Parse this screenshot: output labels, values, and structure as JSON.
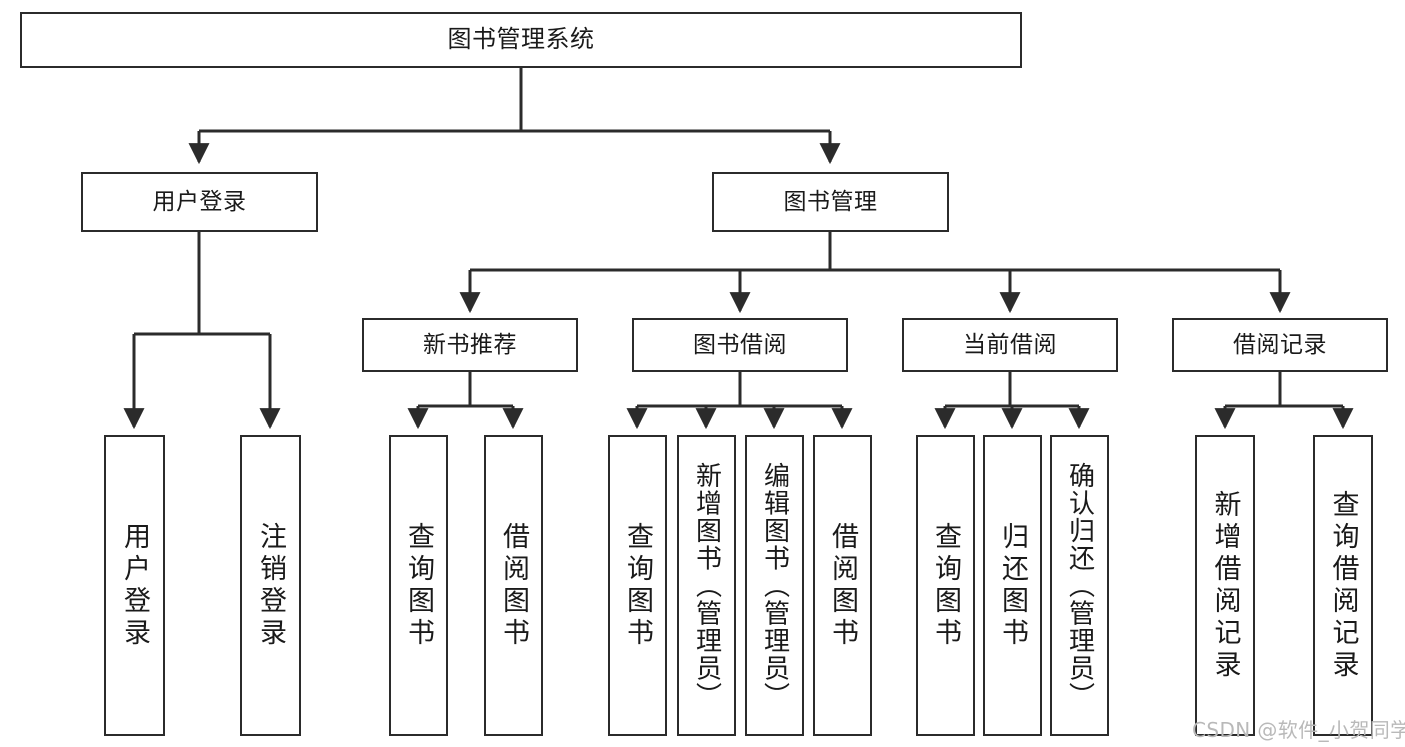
{
  "diagram": {
    "title": "图书管理系统",
    "type": "hierarchy-tree",
    "watermark": "CSDN @软件_小贺同学",
    "colors": {
      "stroke": "#2b2b2b",
      "fill": "#ffffff",
      "text": "#1a1a1a",
      "watermark": "#b9b9b9"
    },
    "nodes": {
      "root": {
        "label": "图书管理系统"
      },
      "level1": [
        {
          "id": "user-login",
          "label": "用户登录"
        },
        {
          "id": "book-manage",
          "label": "图书管理"
        }
      ],
      "level2": [
        {
          "id": "new-book-recommend",
          "label": "新书推荐"
        },
        {
          "id": "book-borrow",
          "label": "图书借阅"
        },
        {
          "id": "current-borrow",
          "label": "当前借阅"
        },
        {
          "id": "borrow-record",
          "label": "借阅记录"
        }
      ],
      "leaves": {
        "user_login": [
          {
            "id": "leaf-user-login",
            "label": "用户登录"
          },
          {
            "id": "leaf-logout-login",
            "label": "注销登录"
          }
        ],
        "new_book_recommend": [
          {
            "id": "leaf-query-book-1",
            "label": "查询图书"
          },
          {
            "id": "leaf-borrow-book-1",
            "label": "借阅图书"
          }
        ],
        "book_borrow": [
          {
            "id": "leaf-query-book-2",
            "label": "查询图书"
          },
          {
            "id": "leaf-add-book",
            "label": "新增图书（管理员）"
          },
          {
            "id": "leaf-edit-book",
            "label": "编辑图书（管理员）"
          },
          {
            "id": "leaf-borrow-book-2",
            "label": "借阅图书"
          }
        ],
        "current_borrow": [
          {
            "id": "leaf-query-book-3",
            "label": "查询图书"
          },
          {
            "id": "leaf-return-book",
            "label": "归还图书"
          },
          {
            "id": "leaf-confirm-return",
            "label": "确认归还（管理员）"
          }
        ],
        "borrow_record": [
          {
            "id": "leaf-add-record",
            "label": "新增借阅记录"
          },
          {
            "id": "leaf-query-record",
            "label": "查询借阅记录"
          }
        ]
      }
    }
  }
}
